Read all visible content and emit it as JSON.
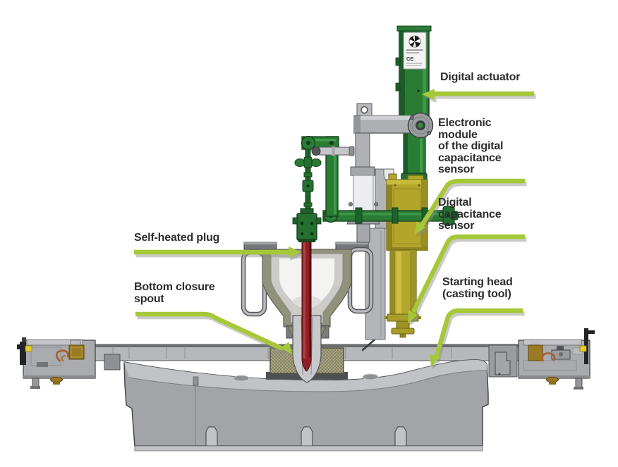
{
  "diagram": {
    "background": "#ffffff",
    "labels": {
      "digital_actuator": "Digital actuator",
      "electronic_module": "Electronic\nmodule\nof the digital\ncapacitance\nsensor",
      "digital_capacitance_sensor": "Digital\ncapacitance\nsensor",
      "self_heated_plug": "Self-heated plug",
      "bottom_closure_spout": "Bottom closure\nspout",
      "starting_head": "Starting head\n(casting tool)"
    },
    "actuator_badge": {
      "ce_mark": "CE"
    },
    "colors": {
      "arrow_green": "#a6c838",
      "label_text": "#2d2d2d",
      "machine_green": "#2a7c35",
      "sensor_yellow": "#b2a52a",
      "plug_red": "#8e2025",
      "steel_gray": "#aaabaf",
      "refractory_khaki": "#aca984",
      "background": "#ffffff"
    }
  }
}
